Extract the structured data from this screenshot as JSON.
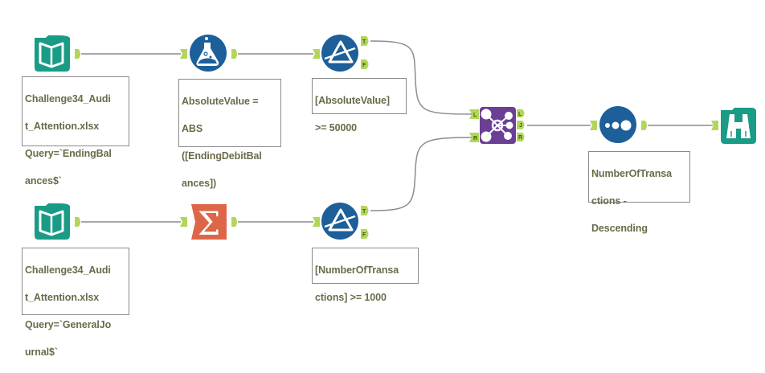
{
  "canvas": {
    "colors": {
      "input_tool": "#1a9b86",
      "formula_tool": "#1c5f99",
      "filter_tool": "#1c5f99",
      "summarize_tool": "#de6648",
      "join_tool": "#6a3f94",
      "sort_tool": "#1c5f99",
      "browse_tool": "#1a9b86",
      "anchor": "#b3d65a",
      "connection": "#8c8c8c"
    }
  },
  "tools": {
    "input1": {
      "icon": "book-icon",
      "annotation": "Challenge34_Audit_Attention.xlsx Query=`EndingBalances$`",
      "lines": [
        "Challenge34_Audi",
        "t_Attention.xlsx",
        "Query=`EndingBal",
        "ances$`"
      ]
    },
    "formula": {
      "icon": "flask-icon",
      "lines": [
        "AbsoluteValue =",
        "ABS",
        "([EndingDebitBal",
        "ances])"
      ]
    },
    "filter1": {
      "icon": "prism-icon",
      "lines": [
        "[AbsoluteValue]",
        ">= 50000"
      ],
      "anchors": [
        "T",
        "F"
      ]
    },
    "join": {
      "icon": "join-icon",
      "input_anchors": [
        "L",
        "R"
      ],
      "output_anchors": [
        "L",
        "J",
        "R"
      ]
    },
    "sort": {
      "icon": "sort-dots-icon",
      "lines": [
        "NumberOfTransa",
        "ctions -",
        "Descending"
      ]
    },
    "browse": {
      "icon": "binoculars-icon"
    },
    "input2": {
      "icon": "book-icon",
      "lines": [
        "Challenge34_Audi",
        "t_Attention.xlsx",
        "Query=`GeneralJo",
        "urnal$`"
      ]
    },
    "summarize": {
      "icon": "sigma-icon",
      "glyph": "Σ"
    },
    "filter2": {
      "icon": "prism-icon",
      "lines": [
        "[NumberOfTransa",
        "ctions] >= 1000"
      ],
      "anchors": [
        "T",
        "F"
      ]
    }
  }
}
